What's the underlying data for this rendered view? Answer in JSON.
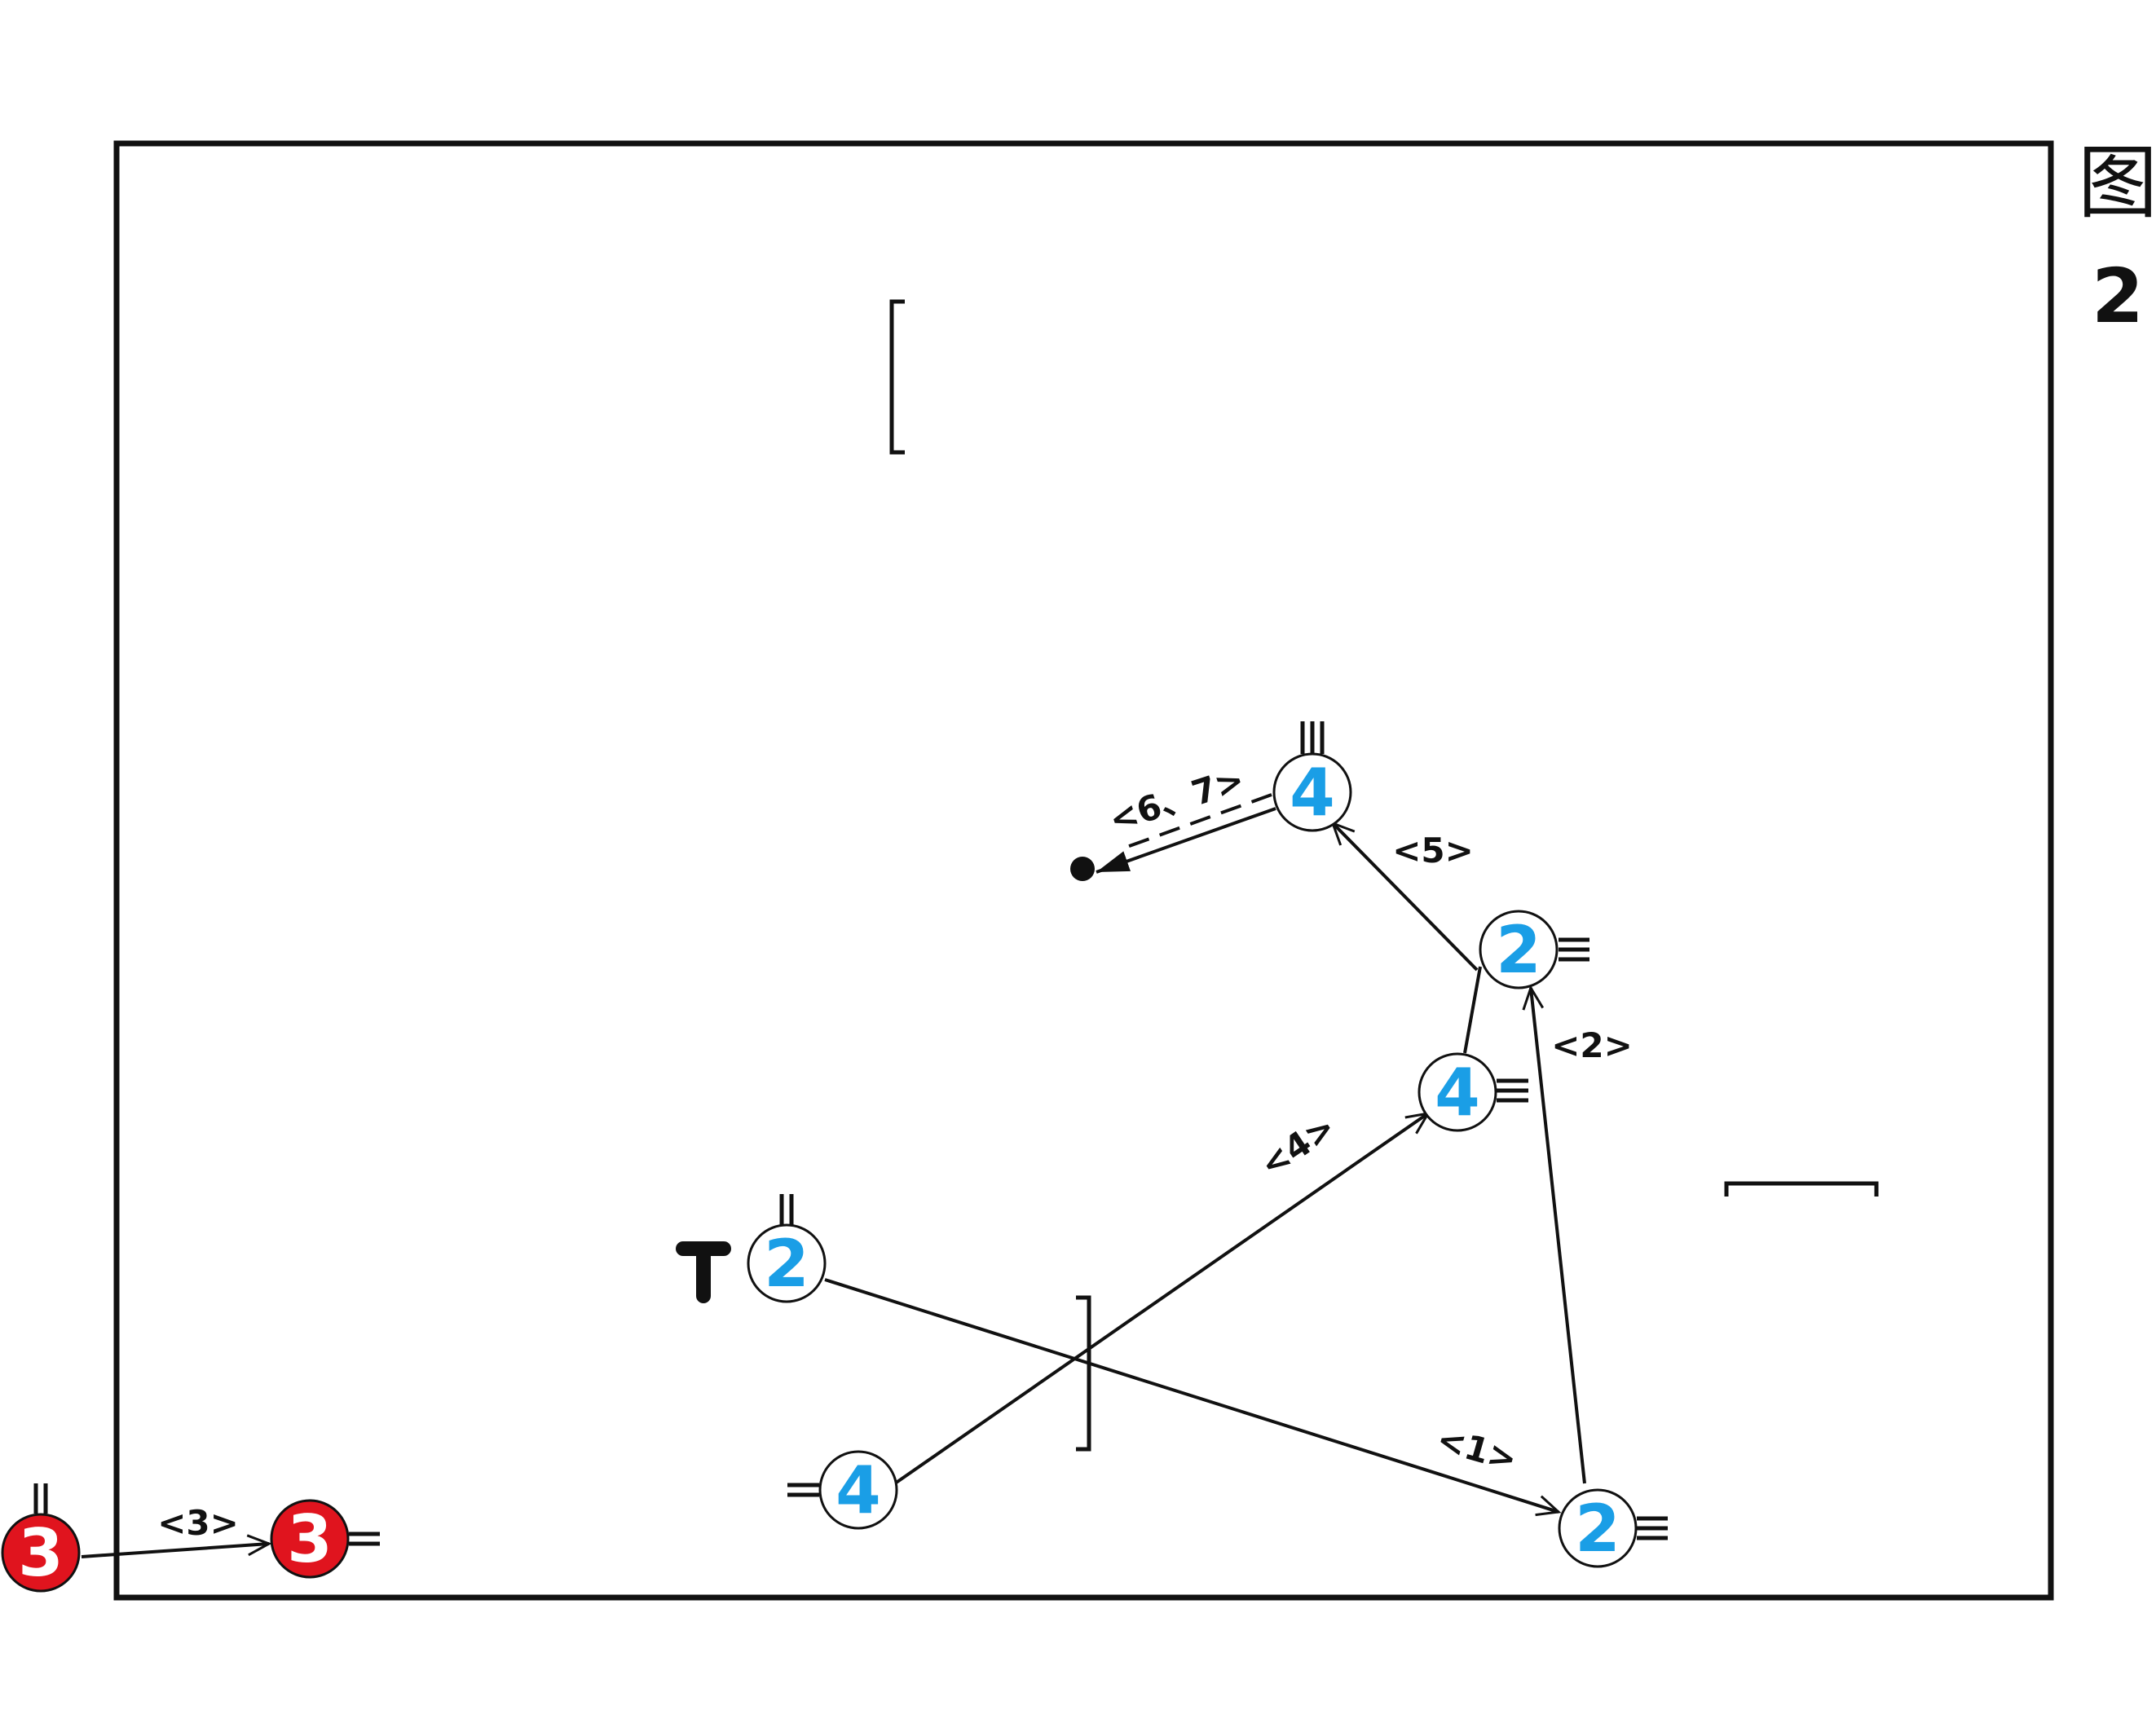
{
  "figure": {
    "char": "图",
    "number": "2"
  },
  "colors": {
    "blue_player": "#1a9ee6",
    "red_player": "#e0141e",
    "line": "#111111",
    "border": "#111111"
  },
  "players": [
    {
      "id": "p-t2",
      "team": "blue",
      "number": "2",
      "prefix": "T",
      "marks": "‖"
    },
    {
      "id": "p-a4",
      "team": "blue",
      "number": "4",
      "marks": "="
    },
    {
      "id": "p-b4",
      "team": "blue",
      "number": "4",
      "marks": "≡"
    },
    {
      "id": "p-c2",
      "team": "blue",
      "number": "2",
      "marks": "≡"
    },
    {
      "id": "p-d2",
      "team": "blue",
      "number": "2",
      "marks": "≡"
    },
    {
      "id": "p-e4",
      "team": "blue",
      "number": "4",
      "marks": "|||"
    },
    {
      "id": "p-r3a",
      "team": "red",
      "number": "3",
      "marks": "‖"
    },
    {
      "id": "p-r3b",
      "team": "red",
      "number": "3",
      "marks": "="
    }
  ],
  "moves": [
    {
      "label": "<1>"
    },
    {
      "label": "<2>"
    },
    {
      "label": "<3>"
    },
    {
      "label": "<4>"
    },
    {
      "label": "<5>"
    },
    {
      "label": "<6、7>"
    }
  ]
}
